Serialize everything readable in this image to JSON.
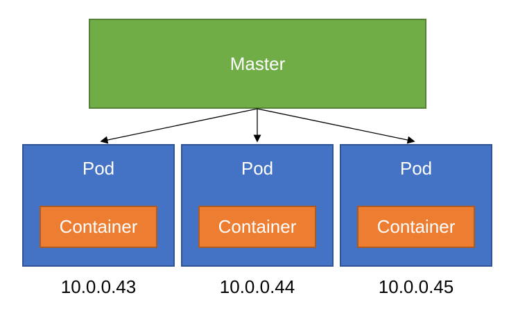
{
  "diagram": {
    "title": "kubernetes-master-pods-architecture",
    "master": {
      "label": "Master"
    },
    "pods": [
      {
        "label": "Pod",
        "container_label": "Container",
        "ip": "10.0.0.43"
      },
      {
        "label": "Pod",
        "container_label": "Container",
        "ip": "10.0.0.44"
      },
      {
        "label": "Pod",
        "container_label": "Container",
        "ip": "10.0.0.45"
      }
    ],
    "colors": {
      "background": "#FFFFFF",
      "master_fill": "#70AD47",
      "master_border": "#538135",
      "pod_fill": "#4472C4",
      "pod_border": "#2F5496",
      "container_fill": "#ED7D31",
      "container_border": "#AE5A21",
      "node_text": "#FFFFFF",
      "ip_text": "#000000",
      "arrow": "#000000"
    }
  }
}
